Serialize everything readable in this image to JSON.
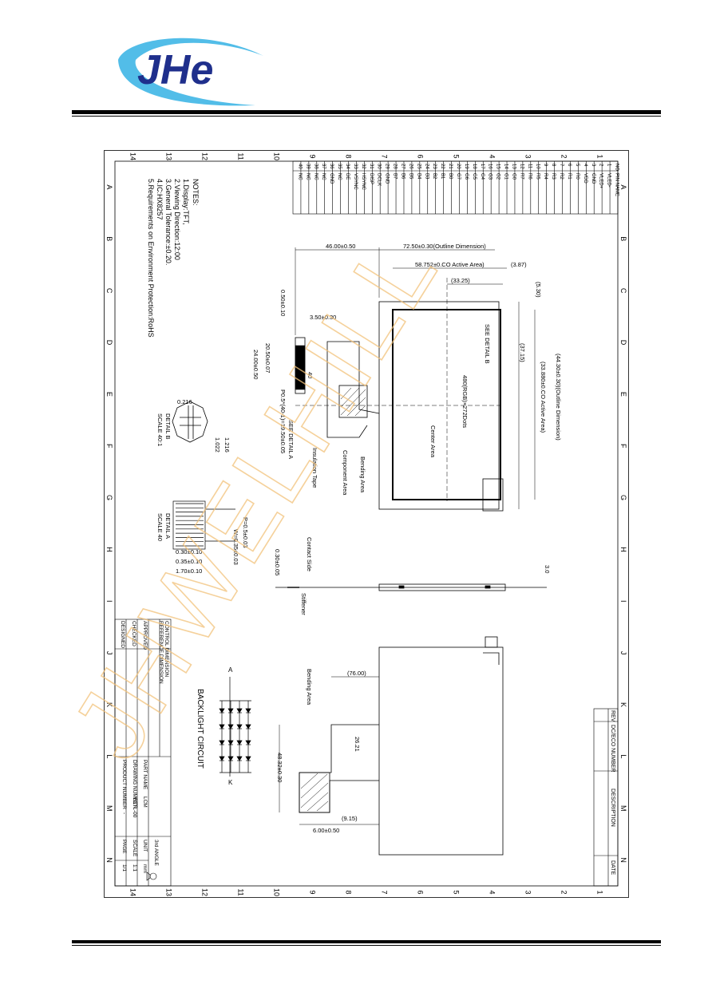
{
  "logo": {
    "text": "JHe"
  },
  "watermark": {
    "text": "JHWELHILL"
  },
  "pins": {
    "header": [
      "NO",
      "PIN NAME"
    ],
    "rows": [
      [
        "1",
        "VLED-"
      ],
      [
        "2",
        "VLED+"
      ],
      [
        "3",
        "GND"
      ],
      [
        "4",
        "VDD"
      ],
      [
        "5",
        "R0"
      ],
      [
        "6",
        "R1"
      ],
      [
        "7",
        "R2"
      ],
      [
        "8",
        "R3"
      ],
      [
        "9",
        "R4"
      ],
      [
        "10",
        "R5"
      ],
      [
        "11",
        "R6"
      ],
      [
        "12",
        "R7"
      ],
      [
        "13",
        "G0"
      ],
      [
        "14",
        "G1"
      ],
      [
        "15",
        "G2"
      ],
      [
        "16",
        "G3"
      ],
      [
        "17",
        "G4"
      ],
      [
        "18",
        "G5"
      ],
      [
        "19",
        "G6"
      ],
      [
        "20",
        "G7"
      ],
      [
        "21",
        "B0"
      ],
      [
        "22",
        "B1"
      ],
      [
        "23",
        "B2"
      ],
      [
        "24",
        "B3"
      ],
      [
        "25",
        "B4"
      ],
      [
        "26",
        "B5"
      ],
      [
        "27",
        "B6"
      ],
      [
        "28",
        "B7"
      ],
      [
        "29",
        "GND"
      ],
      [
        "30",
        "DCLK"
      ],
      [
        "31",
        "DISP"
      ],
      [
        "32",
        "HSYNC"
      ],
      [
        "33",
        "VSYNC"
      ],
      [
        "34",
        "DE"
      ],
      [
        "35",
        "NC"
      ],
      [
        "36",
        "GND"
      ],
      [
        "37",
        "NC"
      ],
      [
        "38",
        "NC"
      ],
      [
        "39",
        "NC"
      ],
      [
        "40",
        "NC"
      ]
    ]
  },
  "notes": {
    "title": "NOTES:",
    "items": [
      "1.Display:TFT,",
      "2.Viewing Direction:12:00",
      "3.General Tolerance:±0.20.",
      "4.IC:HX8257",
      "5.Requirements on Environment Protection:RoHS"
    ]
  },
  "dims": {
    "outline_w": "72.50±0.30(Outline Dimension)",
    "active_w": "58.752±0.CO Active Area)",
    "right_387": "(3.87)",
    "d4600": "46.00±0.50",
    "d3325": "(33.25)",
    "d530": "(5.30)",
    "d3715": "(37.15)",
    "outline_h": "(44.30±0.30)(Outline Dimension)",
    "active_h": "(33.880±0.CO Active Area)",
    "dots": "480(RGB)×272Dots",
    "center": "Center Area",
    "see_b": "SEE DETAIL B",
    "see_a": "SEE DETAIL A",
    "bending": "Bending Area",
    "component": "Component Area",
    "insulation": "Insulation Tape",
    "d050": "0.50±0.10",
    "d350": "3.50±0.30",
    "d2050": "20.50±0.07",
    "d2400": "24.00±0.50",
    "pitch": "P0.5*(40-1)=19.50±0.05",
    "d40": "40",
    "contact": "Contact Side",
    "stiffener": "Stiffener",
    "d030": "0.30±0.05",
    "d30": "3.0",
    "detailB": "DETAIL B",
    "scaleB": "SCALE 40:1",
    "d0216": "0.216",
    "d1216": "1.216",
    "d1022": "1.022",
    "detailA": "DETAIL A",
    "scaleA": "SCALE 40",
    "d0300": "0.30±0.10",
    "d0350": "0.35±0.10",
    "d1700": "1.70±0.10",
    "pitch05": "P=0.5±0.03",
    "width02": "W=0.35±0.03",
    "backlight": "BACKLIGHT CIRCUIT",
    "led_a": "A",
    "led_k": "K",
    "d7600": "(76.00)",
    "d4832": "48.32±0.30",
    "d2621": "26.21",
    "d600": "6.00±0.50",
    "d915": "(9.15)"
  },
  "rev_table": {
    "cols": [
      "REV",
      "DC/ECO NUMBER",
      "DESCRIPTION",
      "DATE"
    ]
  },
  "title_block": {
    "control": "CONTROL DIMENSION",
    "reference": "REFERENCE DIMENSION",
    "approved": "APPROVED",
    "checked": "CHECKED",
    "designed": "DESIGNED",
    "part_name_label": "PART NAME",
    "part_name": "LCM",
    "drawing_label": "DRAWING NUMBER",
    "drawing": "YGTL-00",
    "product_label": "PRODUCT NUMBER",
    "product": "-",
    "scale_label": "SCALE",
    "scale": "1:1",
    "unit_label": "UNIT",
    "unit": "mm",
    "angle_label": "3rd ANGLE",
    "page_label": "PAGE",
    "page": "1/1"
  },
  "grid": {
    "numbers": [
      "1",
      "2",
      "3",
      "4",
      "5",
      "6",
      "7",
      "8",
      "9",
      "10",
      "11",
      "12",
      "13",
      "14"
    ],
    "letters": [
      "A",
      "B",
      "C",
      "D",
      "E",
      "F",
      "G",
      "H",
      "I",
      "J",
      "K",
      "L",
      "M",
      "N"
    ]
  }
}
